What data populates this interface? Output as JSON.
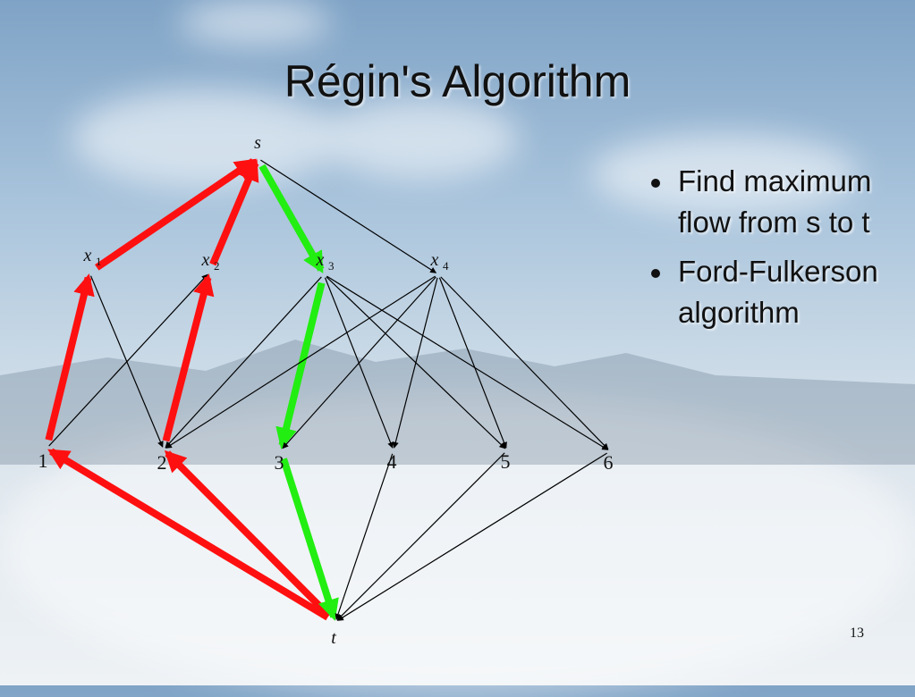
{
  "title": "Régin's Algorithm",
  "bullets": [
    "Find maximum flow from s to t",
    "Ford-Fulkerson algorithm"
  ],
  "page_number": "13",
  "colors": {
    "red": "#ff1010",
    "green": "#22ee11",
    "black": "#000000"
  },
  "graph": {
    "nodes": [
      {
        "id": "s",
        "label": "s",
        "italic": true
      },
      {
        "id": "x1",
        "label": "x",
        "sub": "1",
        "italic": true
      },
      {
        "id": "x2",
        "label": "x",
        "sub": "2",
        "italic": true
      },
      {
        "id": "x3",
        "label": "x",
        "sub": "3",
        "italic": true
      },
      {
        "id": "x4",
        "label": "x",
        "sub": "4",
        "italic": true
      },
      {
        "id": "v1",
        "label": "1"
      },
      {
        "id": "v2",
        "label": "2"
      },
      {
        "id": "v3",
        "label": "3"
      },
      {
        "id": "v4",
        "label": "4"
      },
      {
        "id": "v5",
        "label": "5"
      },
      {
        "id": "v6",
        "label": "6"
      },
      {
        "id": "t",
        "label": "t",
        "italic": true
      }
    ],
    "edges": [
      {
        "from": "x1",
        "to": "s",
        "style": "red"
      },
      {
        "from": "x2",
        "to": "s",
        "style": "red"
      },
      {
        "from": "s",
        "to": "x3",
        "style": "green"
      },
      {
        "from": "s",
        "to": "x4",
        "style": "black"
      },
      {
        "from": "v1",
        "to": "x1",
        "style": "red"
      },
      {
        "from": "x1",
        "to": "v2",
        "style": "black"
      },
      {
        "from": "v1",
        "to": "x2",
        "style": "black"
      },
      {
        "from": "v2",
        "to": "x2",
        "style": "red"
      },
      {
        "from": "x3",
        "to": "v2",
        "style": "black"
      },
      {
        "from": "x3",
        "to": "v3",
        "style": "green"
      },
      {
        "from": "x3",
        "to": "v4",
        "style": "black"
      },
      {
        "from": "x3",
        "to": "v5",
        "style": "black"
      },
      {
        "from": "x3",
        "to": "v6",
        "style": "black"
      },
      {
        "from": "x4",
        "to": "v2",
        "style": "black"
      },
      {
        "from": "x4",
        "to": "v3",
        "style": "black"
      },
      {
        "from": "x4",
        "to": "v4",
        "style": "black"
      },
      {
        "from": "x4",
        "to": "v5",
        "style": "black"
      },
      {
        "from": "x4",
        "to": "v6",
        "style": "black"
      },
      {
        "from": "t",
        "to": "v1",
        "style": "red"
      },
      {
        "from": "t",
        "to": "v2",
        "style": "red"
      },
      {
        "from": "v3",
        "to": "t",
        "style": "green"
      },
      {
        "from": "v4",
        "to": "t",
        "style": "black"
      },
      {
        "from": "v5",
        "to": "t",
        "style": "black"
      },
      {
        "from": "v6",
        "to": "t",
        "style": "black"
      }
    ]
  }
}
